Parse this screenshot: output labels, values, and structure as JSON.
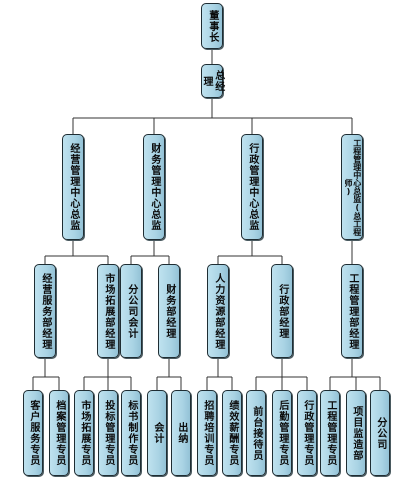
{
  "chairman": "董事长",
  "gm": "总经理",
  "directors": {
    "operations": "经营管理中心总监",
    "finance": "财务管理中心总监",
    "admin": "行政管理中心总监",
    "engineering": "工程管理中心总监(总工程师)"
  },
  "managers": {
    "customer": "经营服务部经理",
    "market": "市场拓展部经理",
    "branch_accountant": "分公司会计",
    "finance_manager": "财务部经理",
    "hr": "人力资源部经理",
    "admin_manager": "行政部经理",
    "engineering_manager": "工程管理部经理"
  },
  "staff": {
    "customer_service": "客户服务专员",
    "archive": "档案管理专员",
    "market_expansion": "市场拓展专员",
    "bidding": "投标管理专员",
    "tender_docs": "标书制作专员",
    "accountant": "会计",
    "cashier": "出纳",
    "recruiting": "招聘培训专员",
    "compensation": "绩效薪酬专员",
    "reception": "前台接待员",
    "logistics": "后勤管理专员",
    "admin_staff": "行政管理专员",
    "engineering_staff": "工程管理专员",
    "project_supervision": "项目监造部",
    "subsidiary": "分公司"
  }
}
